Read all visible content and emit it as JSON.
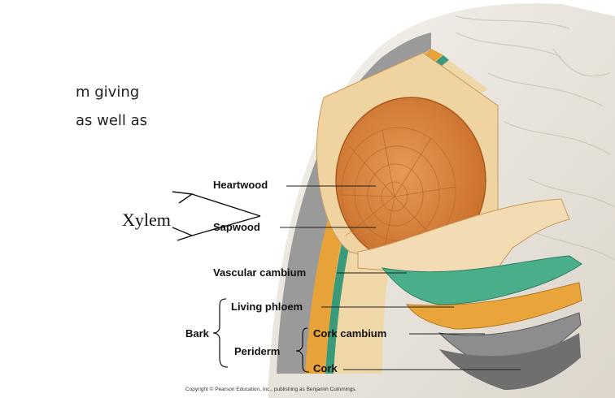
{
  "text_fragments": {
    "line1": "m giving",
    "line2": "as well as"
  },
  "xylem_label": "Xylem",
  "labels": {
    "heartwood": "Heartwood",
    "sapwood": "Sapwood",
    "vascular_cambium": "Vascular cambium",
    "living_phloem": "Living phloem",
    "bark": "Bark",
    "periderm": "Periderm",
    "cork_cambium": "Cork cambium",
    "cork": "Cork"
  },
  "copyright": "Copyright © Pearson Education, Inc., publishing as Benjamin Cummings.",
  "colors": {
    "bark_outer": "#e9e4dc",
    "heartwood": "#d9843a",
    "sapwood": "#f0d7a8",
    "vascular_cambium": "#3a9a7a",
    "phloem": "#e8a23a",
    "cork": "#8d8d8d"
  }
}
